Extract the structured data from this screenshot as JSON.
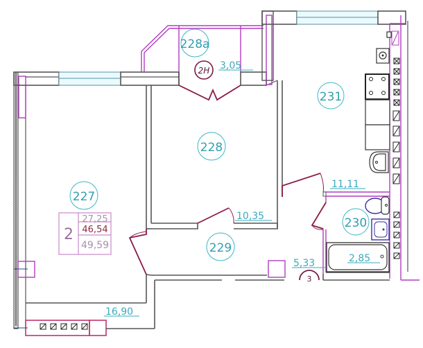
{
  "plan": {
    "type": "apartment floor plan",
    "rooms": [
      {
        "id": "room-227",
        "number": "227",
        "area": "16,90",
        "type": "living room"
      },
      {
        "id": "room-228",
        "number": "228",
        "area": "10,35",
        "type": "bedroom"
      },
      {
        "id": "room-228a",
        "number": "228а",
        "area": "3,05",
        "type": "loggia"
      },
      {
        "id": "room-229",
        "number": "229",
        "area": "5,33",
        "type": "hallway"
      },
      {
        "id": "room-230",
        "number": "230",
        "area": "2,85",
        "type": "bathroom"
      },
      {
        "id": "room-231",
        "number": "231",
        "area": "11,11",
        "type": "kitchen"
      }
    ],
    "summary": {
      "rooms_count": "2",
      "living_area": "27,25",
      "total_area": "46,54",
      "total_with_loggia": "49,59"
    },
    "tags": {
      "loggia_tag": "2Н",
      "entry_tag": "3"
    }
  },
  "colors": {
    "wall": "#555555",
    "partition_magenta": "#b03cc0",
    "door": "#8b1a4a",
    "room_label": "#2f9fae",
    "window": "#eafafd",
    "sanitary": "#3a2ea0"
  }
}
